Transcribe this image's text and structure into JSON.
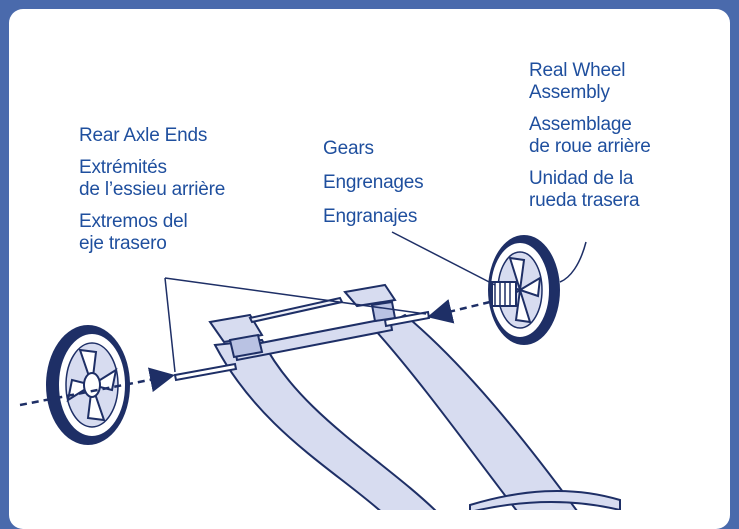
{
  "labels": {
    "rear_axle_ends": {
      "en": "Rear Axle Ends",
      "fr_line1": "Extrémités",
      "fr_line2": "de l’essieu arrière",
      "es_line1": "Extremos del",
      "es_line2": "eje trasero"
    },
    "gears": {
      "en": "Gears",
      "fr": "Engrenages",
      "es": "Engranajes"
    },
    "rear_wheel_assembly": {
      "en_line1": "Real Wheel",
      "en_line2": "Assembly",
      "fr_line1": "Assemblage",
      "fr_line2": "de roue arrière",
      "es_line1": "Unidad de la",
      "es_line2": "rueda trasera"
    }
  },
  "colors": {
    "frame": "#4a6aac",
    "text": "#1f4f9e",
    "line_art": "#1e2f66",
    "tube_fill": "#d7dcf0"
  }
}
